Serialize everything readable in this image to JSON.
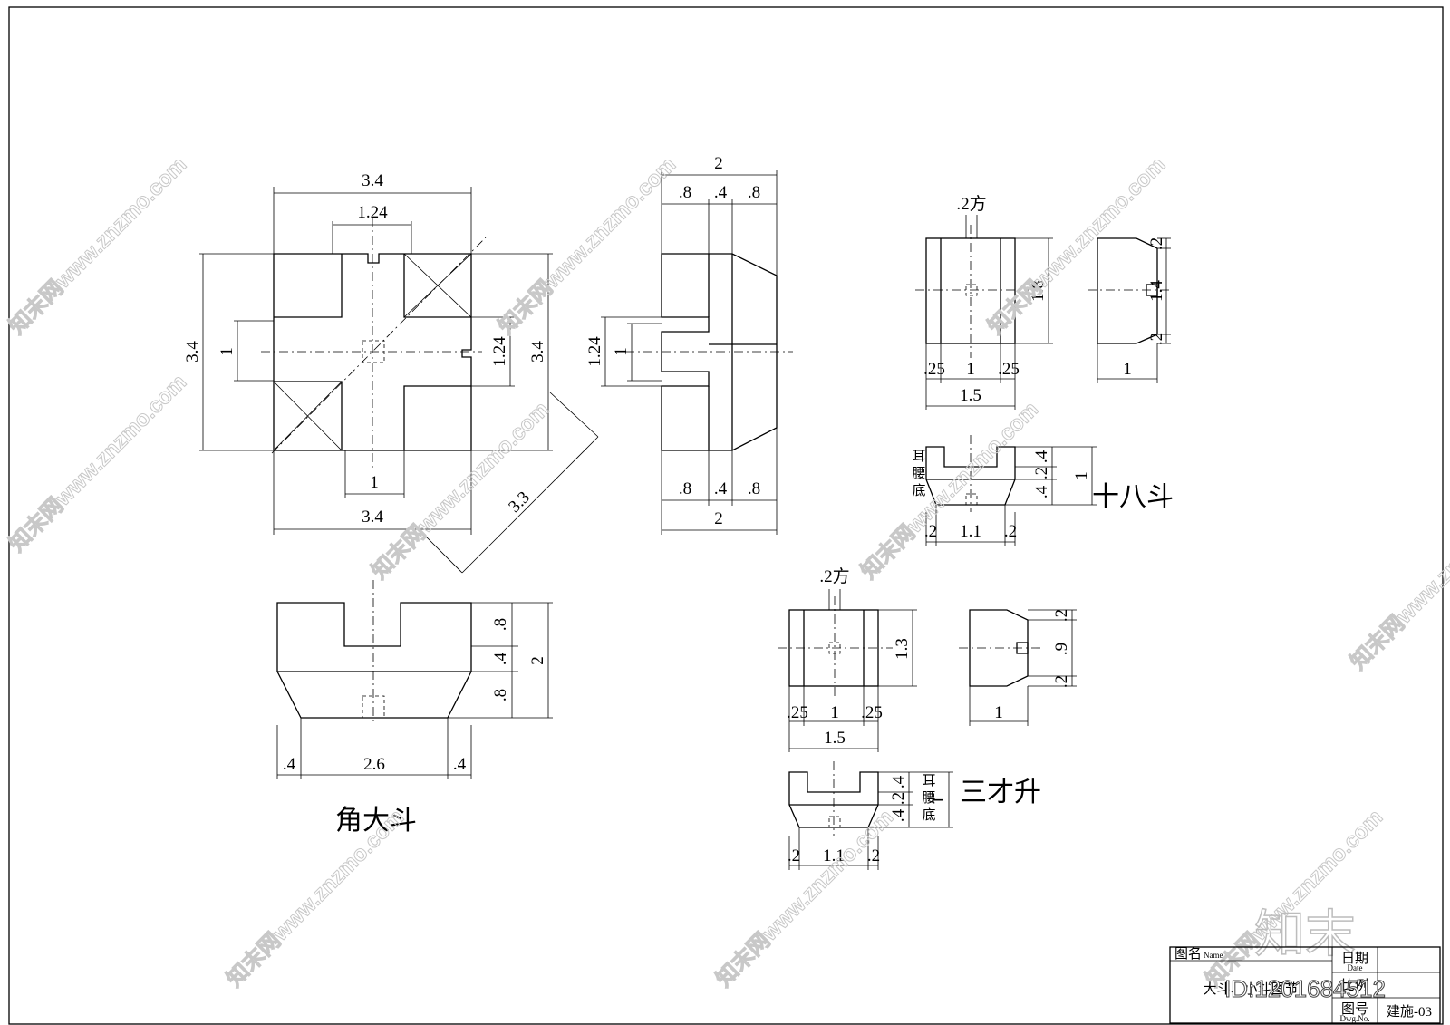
{
  "views": {
    "jiaodadou": {
      "title": "角大斗",
      "plan_dims": {
        "top_overall": "3.4",
        "top_inner": "1.24",
        "left_overall": "3.4",
        "left_inner": "1",
        "right_inner": "1.24",
        "right_overall": "3.4",
        "bottom_inner": "1",
        "bottom_overall": "3.4",
        "diagonal": "3.3"
      },
      "side_dims": {
        "top_overall": "2",
        "top_a": ".8",
        "top_b": ".4",
        "top_c": ".8",
        "left_outer": "1.24",
        "left_inner": "1",
        "bottom_a": ".8",
        "bottom_b": ".4",
        "bottom_c": ".8",
        "bottom_overall": "2"
      },
      "elev_dims": {
        "r1": ".8",
        "r2": ".4",
        "r3": ".8",
        "overall": "2",
        "b1": ".4",
        "b2": "2.6",
        "b3": ".4"
      }
    },
    "shibadou": {
      "title": "十八斗",
      "peg": ".2方",
      "front_dims": {
        "height": "1.8",
        "b1": ".25",
        "b2": "1",
        "b3": ".25",
        "total": "1.5"
      },
      "side_dims": {
        "r1": ".2",
        "r2": "1.4",
        "r3": ".2",
        "width": "1"
      },
      "elev_dims": {
        "r1": ".4",
        "r2": ".2",
        "r3": ".4",
        "overall": "1",
        "b1": ".2",
        "b2": "1.1",
        "b3": ".2"
      },
      "elev_labels": {
        "ear": "耳",
        "waist": "腰",
        "bottom": "底"
      }
    },
    "sancaisheng": {
      "title": "三才升",
      "peg": ".2方",
      "front_dims": {
        "height": "1.3",
        "b1": ".25",
        "b2": "1",
        "b3": ".25",
        "total": "1.5"
      },
      "side_dims": {
        "r1": ".2",
        "r2": ".9",
        "r3": ".2",
        "width": "1"
      },
      "elev_dims": {
        "r1": ".4",
        "r2": ".2",
        "r3": ".4",
        "overall": "1",
        "b1": ".2",
        "b2": "1.1",
        "b3": ".2"
      },
      "elev_labels": {
        "ear": "耳",
        "waist": "腰",
        "bottom": "底"
      }
    }
  },
  "title_block": {
    "name_label": "图名",
    "name_label_en": "Name",
    "drawing_name": "大斗、小斗图节",
    "date_label": "日期",
    "date_label_en": "Date",
    "scale_label": "比例",
    "number_label": "图号",
    "number_label_en": "Dwg.No.",
    "number_value": "建施-03"
  },
  "watermark": {
    "text": "知末网www.znzmo.com",
    "brand": "知末",
    "id_text": "ID:1201684512"
  }
}
